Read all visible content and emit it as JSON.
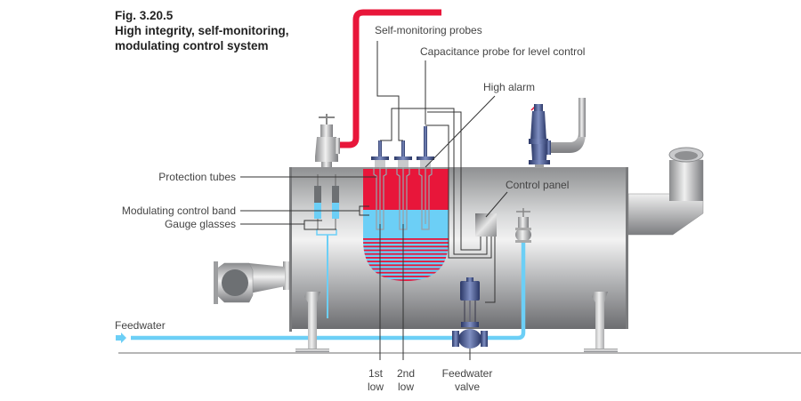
{
  "figure": {
    "number": "Fig. 3.20.5",
    "title_line1": "High integrity, self-monitoring,",
    "title_line2": "modulating control system"
  },
  "labels": {
    "self_monitoring_probes": "Self-monitoring probes",
    "capacitance_probe": "Capacitance probe for level control",
    "high_alarm": "High alarm",
    "control_panel": "Control panel",
    "protection_tubes": "Protection tubes",
    "modulating_control_band": "Modulating control band",
    "gauge_glasses": "Gauge glasses",
    "feedwater": "Feedwater",
    "first_low_1": "1st",
    "first_low_2": "low",
    "second_low_1": "2nd",
    "second_low_2": "low",
    "feedwater_valve_1": "Feedwater",
    "feedwater_valve_2": "valve"
  },
  "colors": {
    "steam": "#e8163a",
    "water": "#6ccff6",
    "valve_blue": "#3d4e86",
    "shell_gray": "#a8a9ab",
    "leader_line": "#333333"
  }
}
